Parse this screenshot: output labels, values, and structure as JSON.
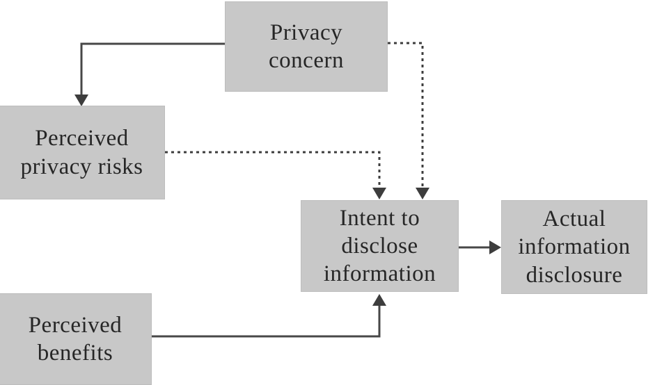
{
  "diagram": {
    "type": "flow-diagram",
    "nodes": [
      {
        "id": "privacy-concern",
        "label": "Privacy\nconcern"
      },
      {
        "id": "perceived-privacy-risks",
        "label": "Perceived\nprivacy risks"
      },
      {
        "id": "intent-to-disclose",
        "label": "Intent to\ndisclose\ninformation"
      },
      {
        "id": "actual-disclosure",
        "label": "Actual\ninformation\ndisclosure"
      },
      {
        "id": "perceived-benefits",
        "label": "Perceived\nbenefits"
      }
    ],
    "edges": [
      {
        "from": "privacy-concern",
        "to": "perceived-privacy-risks",
        "style": "solid"
      },
      {
        "from": "privacy-concern",
        "to": "intent-to-disclose",
        "style": "dashed"
      },
      {
        "from": "perceived-privacy-risks",
        "to": "intent-to-disclose",
        "style": "dashed"
      },
      {
        "from": "perceived-benefits",
        "to": "intent-to-disclose",
        "style": "solid"
      },
      {
        "from": "intent-to-disclose",
        "to": "actual-disclosure",
        "style": "solid"
      }
    ],
    "colors": {
      "background": "#ffffff",
      "node_fill": "#c8c8c8",
      "node_border": "#bdbdbd",
      "node_text": "#262626",
      "arrow_solid": "#474747",
      "arrow_dashed": "#3d3d3d"
    }
  }
}
